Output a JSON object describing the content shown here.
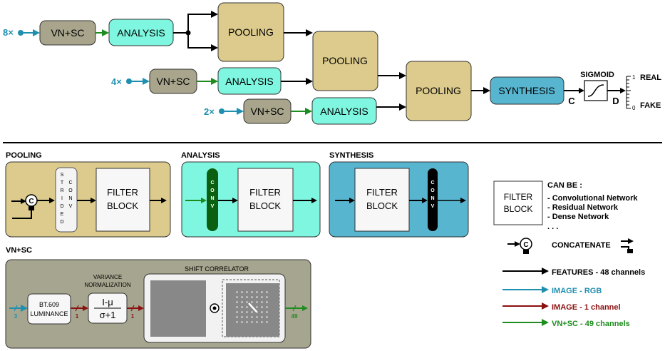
{
  "top": {
    "in8": "8×",
    "in4": "4×",
    "in2": "2×",
    "vnsc": "VN+SC",
    "analysis": "ANALYSIS",
    "pooling": "POOLING",
    "synthesis": "SYNTHESIS",
    "sigmoid": "SIGMOID",
    "c": "C",
    "d": "D",
    "real": "REAL",
    "fake": "FAKE",
    "scale_one": "1",
    "scale_zero": "0"
  },
  "panels": {
    "pooling_title": "POOLING",
    "analysis_title": "ANALYSIS",
    "synthesis_title": "SYNTHESIS",
    "vnsc_title": "VN+SC",
    "strided": "STRIDED",
    "conv": "CONV",
    "filter_l1": "FILTER",
    "filter_l2": "BLOCK",
    "concat_symbol": "C"
  },
  "vnsc_panel": {
    "bt_l1": "BT.609",
    "bt_l2": "LUMINANCE",
    "vn_l1": "VARIANCE",
    "vn_l2": "NORMALIZATION",
    "formula_num": "I-μ",
    "formula_den": "σ+1",
    "shift": "SHIFT CORRELATOR",
    "ch_in": "3",
    "ch_a": "1",
    "ch_b": "1",
    "ch_out": "49",
    "op": "⊙"
  },
  "legend": {
    "can_be": "CAN BE :",
    "items": [
      "- Convolutional Network",
      "- Residual Network",
      "- Dense Network",
      ". . ."
    ],
    "filter_l1": "FILTER",
    "filter_l2": "BLOCK",
    "concatenate": "CONCATENATE",
    "features": "FEATURES - 48 channels",
    "image_rgb": "IMAGE - RGB",
    "image_1": "IMAGE - 1 channel",
    "vnsc49": "VN+SC - 49 channels"
  },
  "colors": {
    "blue": "#1f8fb0",
    "green": "#1e8c1e",
    "red": "#8b1010",
    "black": "#000000",
    "vnsc_fill": "#a8a58c",
    "analysis_fill": "#7ff7e0",
    "pooling_fill": "#dccb8c",
    "synthesis_fill": "#57b5cf",
    "panel_gray": "#a6a58f"
  }
}
